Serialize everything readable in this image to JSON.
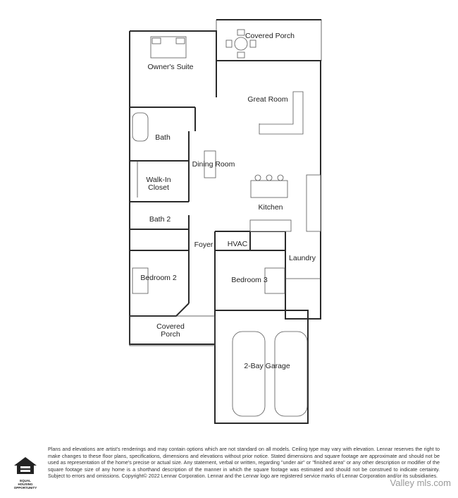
{
  "rooms": {
    "covered_porch_rear": "Covered Porch",
    "owners_suite": "Owner's Suite",
    "great_room": "Great Room",
    "bath": "Bath",
    "dining_room": "Dining Room",
    "walk_in_closet_1": "Walk-In",
    "walk_in_closet_2": "Closet",
    "kitchen": "Kitchen",
    "bath_2": "Bath 2",
    "foyer": "Foyer",
    "hvac": "HVAC",
    "laundry": "Laundry",
    "bedroom_2": "Bedroom 2",
    "bedroom_3": "Bedroom 3",
    "covered_porch_front_1": "Covered",
    "covered_porch_front_2": "Porch",
    "garage": "2-Bay Garage"
  },
  "footer": {
    "disclaimer": "Plans and elevations are artist's renderings and may contain options which are not standard on all models. Ceiling type may vary with elevation. Lennar reserves the right to make changes to these floor plans, specifications, dimensions and elevations without prior notice. Stated dimensions and square footage are approximate and should not be used as representation of the home's precise or actual size. Any statement, verbal or written, regarding \"under air\" or \"finished area\" or any other description or modifier of the square footage size of any home is a shorthand description of the manner in which the square footage was estimated and should not be construed to indicate certainty. Subject to errors and omissions. Copyright© 2022 Lennar Corporation. Lennar and the Lennar logo are registered service marks of Lennar Corporation and/or its subsidiaries.",
    "eho_line1": "EQUAL HOUSING",
    "eho_line2": "OPPORTUNITY",
    "watermark": "Valley mls.com"
  }
}
